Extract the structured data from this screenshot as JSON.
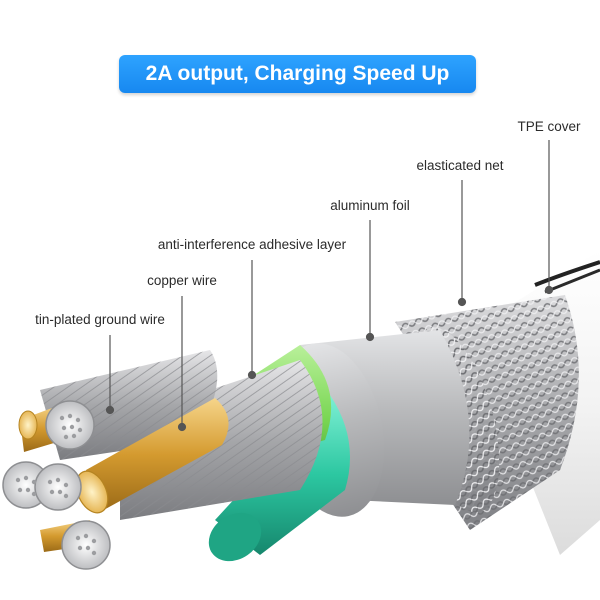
{
  "banner": {
    "title": "2A output, Charging Speed Up",
    "color": "#1e90f5"
  },
  "labels": {
    "tpe_cover": "TPE cover",
    "elasticated_net": "elasticated net",
    "aluminum_foil": "aluminum foil",
    "adhesive_layer": "anti-interference adhesive layer",
    "copper_wire": "copper wire",
    "ground_wire": "tin-plated ground wire"
  },
  "colors": {
    "tpe": "#f4f4f4",
    "braid": "#a9aaac",
    "foil": "#b8b9bb",
    "adhesive_green": "#7ed957",
    "inner_teal": "#2fc9a3",
    "copper": "#d9a43a",
    "tin_strand": "#c9c9cb",
    "leader": "#555555"
  }
}
